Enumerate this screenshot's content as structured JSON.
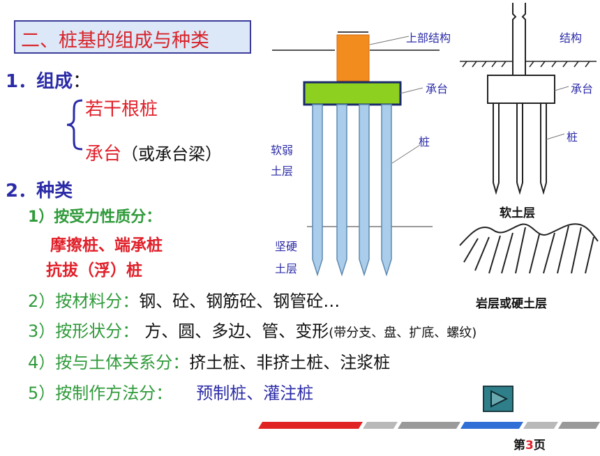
{
  "title": "二、桩基的组成与种类",
  "section1": {
    "heading": "1．组成",
    "colon": "：",
    "items": [
      "若干根桩",
      "承台",
      "（或承台梁）"
    ]
  },
  "section2": {
    "heading": "2．种类",
    "sub1": {
      "label": "1）按受力性质分：",
      "line1": "摩擦桩、端承桩",
      "line2": "抗拔（浮）桩"
    },
    "sub2": {
      "label": "2）按材料分：",
      "value": "钢、砼、钢筋砼、钢管砼…"
    },
    "sub3": {
      "label": "3）按形状分：",
      "value": "方、圆、多边、管、变形",
      "note": "(带分支、盘、扩底、螺纹)"
    },
    "sub4": {
      "label": "4）按与土体关系分：",
      "value": "挤土桩、非挤土桩、注浆桩"
    },
    "sub5": {
      "label": "5）按制作方法分：",
      "value": "预制桩、灌注桩"
    }
  },
  "diagram_left": {
    "labels": {
      "superstructure": "上部结构",
      "cap": "承台",
      "pile": "桩",
      "soft_soil_1": "软弱",
      "soft_soil_2": "土层",
      "hard_soil_1": "坚硬",
      "hard_soil_2": "土层"
    },
    "colors": {
      "column": "#f28c1e",
      "cap": "#8ed01f",
      "cap_border": "#1a2a6b",
      "pile": "#a9cdea"
    }
  },
  "diagram_right": {
    "labels": {
      "structure": "结构",
      "cap": "承台",
      "pile": "桩",
      "soft_layer": "软土层",
      "rock_layer": "岩层或硬土层"
    }
  },
  "footer": {
    "page_prefix": "第",
    "page_number": "3",
    "page_suffix": "页"
  },
  "nav": {
    "play_button": "play-icon"
  }
}
